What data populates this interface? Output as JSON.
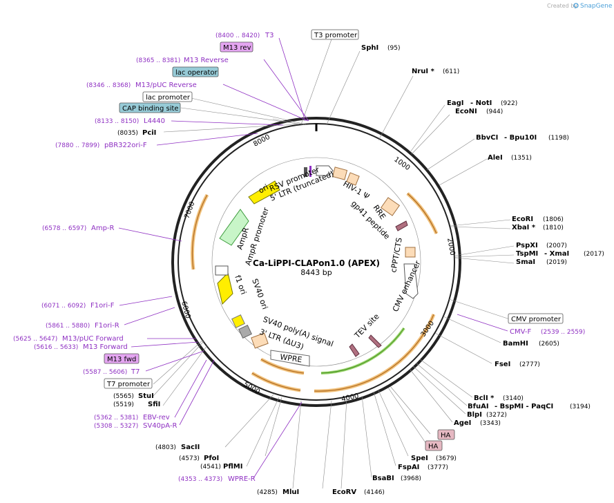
{
  "header": {
    "credit_text": "Created by",
    "brand": "SnapGene"
  },
  "plasmid": {
    "name": "Ca-LiPPI-CLAPon1.0 (APEX)",
    "length": "8443 bp"
  },
  "ticks": [
    "1000",
    "2000",
    "3000",
    "4000",
    "5000",
    "6000",
    "7000",
    "8000"
  ],
  "sites": [
    {
      "name": "SphI",
      "pos": "(95)"
    },
    {
      "name": "NruI *",
      "pos": "(611)"
    },
    {
      "name": "EagI",
      "extra": "- NotI",
      "pos": "(922)"
    },
    {
      "name": "EcoNI",
      "pos": "(944)"
    },
    {
      "name": "BbvCI",
      "extra": "- Bpu10I",
      "pos": "(1198)"
    },
    {
      "name": "AleI",
      "pos": "(1351)"
    },
    {
      "name": "EcoRI",
      "pos": "(1806)"
    },
    {
      "name": "XbaI *",
      "pos": "(1810)"
    },
    {
      "name": "PspXI",
      "pos": "(2007)"
    },
    {
      "name": "TspMI",
      "extra": "- XmaI",
      "pos": "(2017)"
    },
    {
      "name": "SmaI",
      "pos": "(2019)"
    },
    {
      "name": "BamHI",
      "pos": "(2605)"
    },
    {
      "name": "FseI",
      "pos": "(2777)"
    },
    {
      "name": "BclI *",
      "pos": "(3140)"
    },
    {
      "name": "BfuAI",
      "extra": "- BspMI  - PaqCI",
      "pos": "(3194)"
    },
    {
      "name": "BlpI",
      "pos": "(3272)"
    },
    {
      "name": "AgeI",
      "pos": "(3343)"
    },
    {
      "name": "SpeI",
      "pos": "(3679)"
    },
    {
      "name": "FspAI",
      "pos": "(3777)"
    },
    {
      "name": "BsaBI",
      "pos": "(3968)"
    },
    {
      "name": "EcoRV",
      "pos": "(4146)"
    },
    {
      "name": "MluI",
      "pos": "(4285)"
    },
    {
      "name": "PflMI",
      "pos": "(4541)"
    },
    {
      "name": "PfoI",
      "pos": "(4573)"
    },
    {
      "name": "SacII",
      "pos": "(4803)"
    },
    {
      "name": "SfiI",
      "pos": "(5519)"
    },
    {
      "name": "StuI",
      "pos": "(5565)"
    },
    {
      "name": "PciI",
      "pos": "(8035)"
    }
  ],
  "primers": [
    {
      "name": "T3",
      "range": "(8400 .. 8420)"
    },
    {
      "name": "M13 Reverse",
      "range": "(8365 .. 8381)"
    },
    {
      "name": "M13/pUC Reverse",
      "range": "(8346 .. 8368)"
    },
    {
      "name": "L4440",
      "range": "(8133 .. 8150)"
    },
    {
      "name": "pBR322ori-F",
      "range": "(7880 .. 7899)"
    },
    {
      "name": "Amp-R",
      "range": "(6578 .. 6597)"
    },
    {
      "name": "F1ori-F",
      "range": "(6071 .. 6092)"
    },
    {
      "name": "F1ori-R",
      "range": "(5861 .. 5880)"
    },
    {
      "name": "M13/pUC Forward",
      "range": "(5625 .. 5647)"
    },
    {
      "name": "M13 Forward",
      "range": "(5616 .. 5633)"
    },
    {
      "name": "T7",
      "range": "(5587 .. 5606)"
    },
    {
      "name": "EBV-rev",
      "range": "(5362 .. 5381)"
    },
    {
      "name": "SV40pA-R",
      "range": "(5308 .. 5327)"
    },
    {
      "name": "WPRE-R",
      "range": "(4353 .. 4373)"
    },
    {
      "name": "CMV-F",
      "range": "(2539 .. 2559)"
    }
  ],
  "boxes": {
    "t3_promoter": "T3 promoter",
    "m13_rev": "M13 rev",
    "lac_operator": "lac operator",
    "lac_promoter": "lac promoter",
    "cap_site": "CAP binding site",
    "cmv_promoter": "CMV promoter",
    "ha1": "HA",
    "ha2": "HA",
    "m13_fwd": "M13 fwd",
    "t7_promoter": "T7 promoter"
  },
  "features": {
    "rsv": "RSV promoter",
    "ltr5": "5' LTR (truncated)",
    "hiv": "HIV-1 Ψ",
    "rre": "RRE",
    "gp41": "gp41 peptide",
    "cppt": "cPPT/CTS",
    "cmv_enh": "CMV enhancer",
    "tev": "TEV site",
    "wpre": "WPRE",
    "ltr3": "3' LTR (ΔU3)",
    "sv40pa": "SV40 poly(A) signal",
    "sv40ori": "SV40 ori",
    "f1ori": "f1 ori",
    "ampr_prom": "AmpR promoter",
    "ampr": "AmpR",
    "ori": "ori"
  },
  "colors": {
    "primer": "#8e2fc2",
    "box_lilac": "#e4a5f1",
    "box_teal": "#97cbd7",
    "box_pink": "#e5b8c2",
    "backbone": "#222222"
  }
}
